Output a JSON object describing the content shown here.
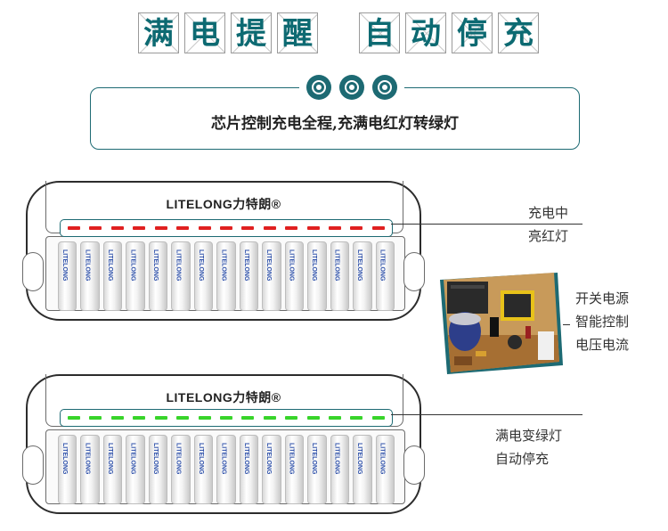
{
  "title": {
    "part1": [
      "满",
      "电",
      "提",
      "醒"
    ],
    "part2": [
      "自",
      "动",
      "停",
      "充"
    ]
  },
  "banner": {
    "text": "芯片控制充电全程,充满电红灯转绿灯"
  },
  "charger_top": {
    "brand": "LITELONG力特朗®",
    "led_color": "#e02020",
    "led_count": 15,
    "label_line1": "充电中",
    "label_line2": "亮红灯"
  },
  "charger_bottom": {
    "brand": "LITELONG力特朗®",
    "led_color": "#38d42a",
    "led_count": 15,
    "label_line1": "满电变绿灯",
    "label_line2": "自动停充"
  },
  "pcb": {
    "label_line1": "开关电源",
    "label_line2": "智能控制",
    "label_line3": "电压电流"
  },
  "colors": {
    "accent": "#0d6a72",
    "frame": "#1d6a73"
  }
}
